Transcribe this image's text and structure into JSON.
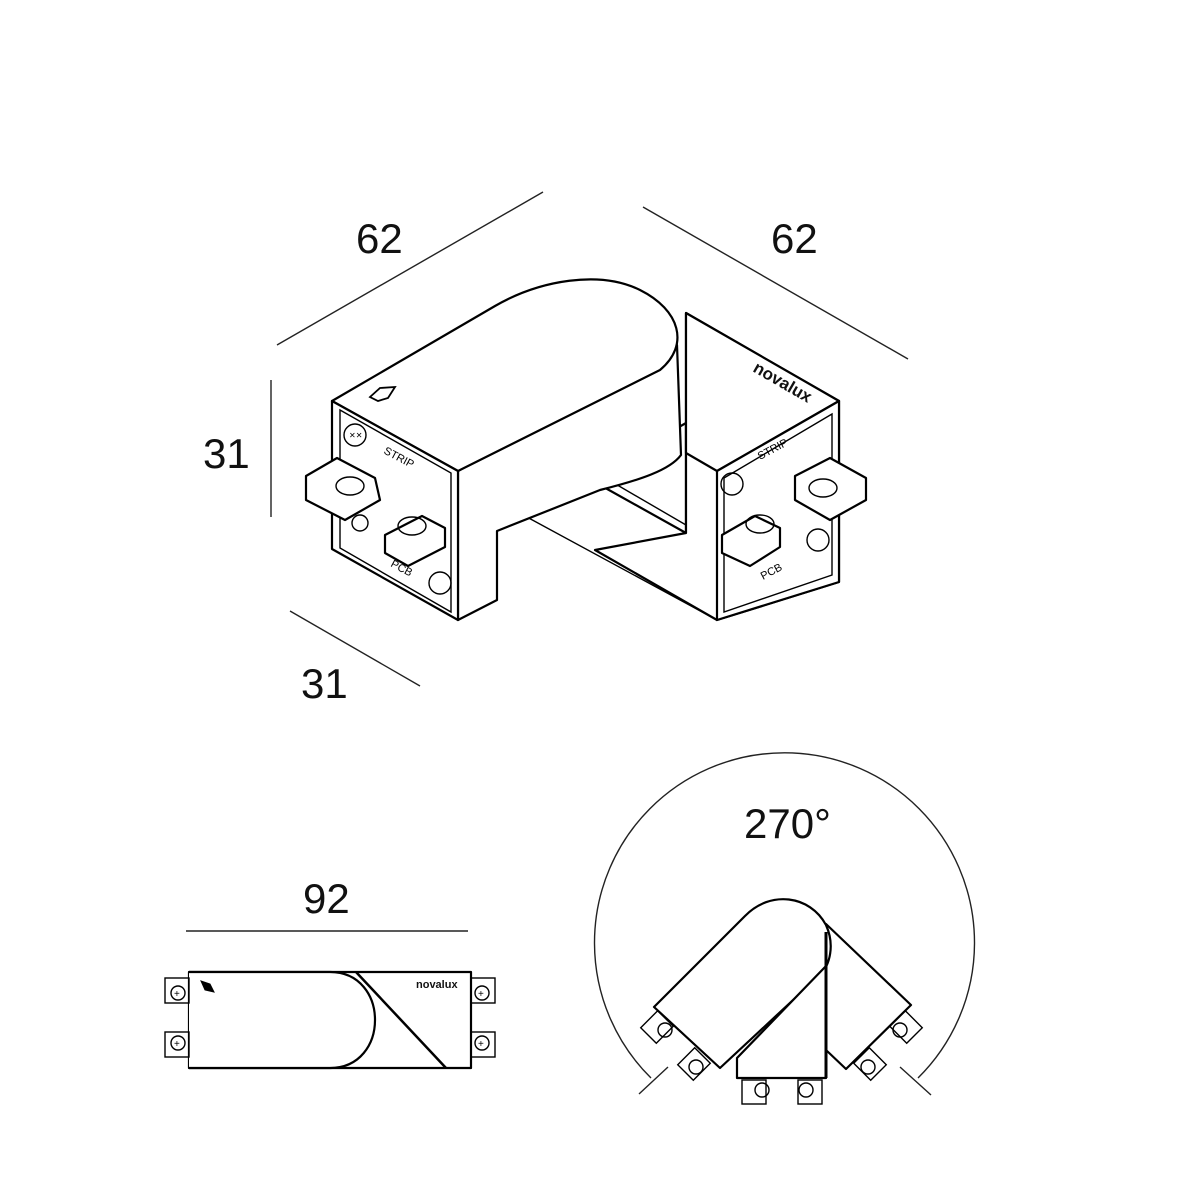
{
  "drawing": {
    "type": "product dimension drawing",
    "product": "L-shaped corner connector",
    "brand_mark": "novalux",
    "units_implied": "mm"
  },
  "isometric_view": {
    "dim_length_left": "62",
    "dim_length_right": "62",
    "dim_height": "31",
    "dim_depth": "31",
    "terminal_label_top": "STRIP",
    "terminal_label_bottom": "PCB",
    "brand_text": "novalux"
  },
  "top_view": {
    "dim_length": "92",
    "brand_text": "novalux"
  },
  "rotation_view": {
    "angle_label": "270°"
  },
  "colors": {
    "line": "#000000",
    "background": "#ffffff"
  }
}
